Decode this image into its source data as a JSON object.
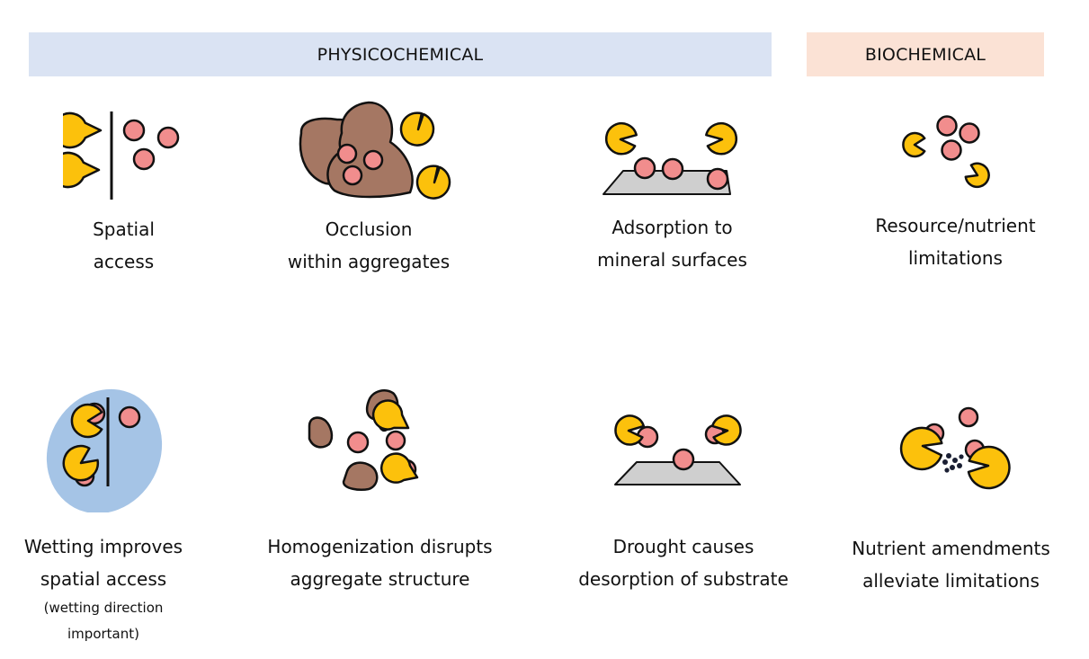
{
  "headers": {
    "physicochemical": "PHYSICOCHEMICAL",
    "biochemical": "BIOCHEMICAL"
  },
  "colors": {
    "physicochemical_band": "#dae3f3",
    "biochemical_band": "#fbe2d5",
    "enzyme": "#fcc10c",
    "substrate": "#f18d8d",
    "aggregate": "#a57763",
    "mineral_surface": "#cfcfcf",
    "water": "#a5c4e6"
  },
  "top_row": [
    {
      "icon": "spatial-access-icon",
      "lines": [
        "Spatial",
        "access"
      ]
    },
    {
      "icon": "occlusion-aggregates-icon",
      "lines": [
        "Occlusion",
        "within aggregates"
      ]
    },
    {
      "icon": "mineral-adsorption-icon",
      "lines": [
        "Adsorption to",
        "mineral surfaces"
      ]
    },
    {
      "icon": "nutrient-limitation-icon",
      "lines": [
        "Resource/nutrient",
        "limitations"
      ]
    }
  ],
  "bottom_row": [
    {
      "icon": "wetting-icon",
      "lines": [
        "Wetting improves",
        "spatial access"
      ],
      "note_lines": [
        "(wetting direction",
        "important)"
      ]
    },
    {
      "icon": "homogenization-icon",
      "lines": [
        "Homogenization disrupts",
        "aggregate structure"
      ]
    },
    {
      "icon": "drought-desorption-icon",
      "lines": [
        "Drought causes",
        "desorption of substrate"
      ]
    },
    {
      "icon": "nutrient-amendment-icon",
      "lines": [
        "Nutrient amendments",
        "alleviate limitations"
      ]
    }
  ]
}
